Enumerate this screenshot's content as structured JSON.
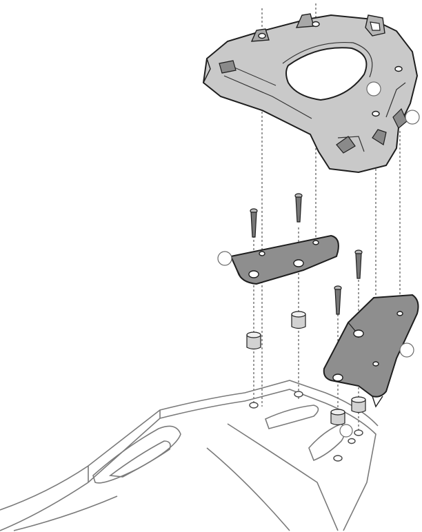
{
  "diagram": {
    "type": "exploded-assembly",
    "colors": {
      "plate_fill": "#c9c9c9",
      "bracket_fill": "#8e8e8e",
      "outline": "#1e1e1e",
      "rack_line": "#7a7a7a",
      "callout_fill": "#ffffff"
    },
    "components": [
      {
        "name": "top-case-mounting-plate",
        "label": ""
      },
      {
        "name": "left-bracket",
        "label": ""
      },
      {
        "name": "right-bracket",
        "label": ""
      },
      {
        "name": "screws",
        "label": ""
      },
      {
        "name": "spacers",
        "label": ""
      },
      {
        "name": "motorcycle-rear-rack",
        "label": ""
      }
    ],
    "callouts": [
      "",
      "",
      "",
      "",
      "",
      ""
    ]
  }
}
